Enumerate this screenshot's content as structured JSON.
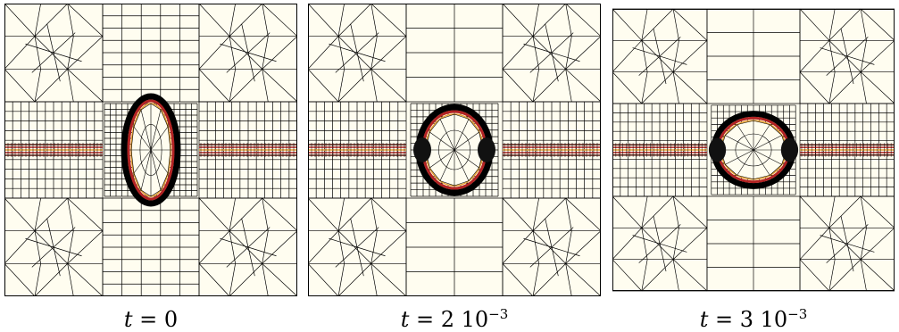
{
  "figure": {
    "colors": {
      "background": "#fffdf0",
      "mesh_line": "#000000",
      "interface_red": "#b22222",
      "interface_orange": "#e8a030",
      "interface_dark": "#5a1a10"
    },
    "panels": [
      {
        "caption": {
          "var": "t",
          "eq": "=",
          "mantissa": "0",
          "exp": ""
        },
        "stage": "initial"
      },
      {
        "caption": {
          "var": "t",
          "eq": "=",
          "mantissa": "2 10",
          "exp": "−3"
        },
        "stage": "mid"
      },
      {
        "caption": {
          "var": "t",
          "eq": "=",
          "mantissa": "3 10",
          "exp": "−3"
        },
        "stage": "late"
      }
    ]
  }
}
